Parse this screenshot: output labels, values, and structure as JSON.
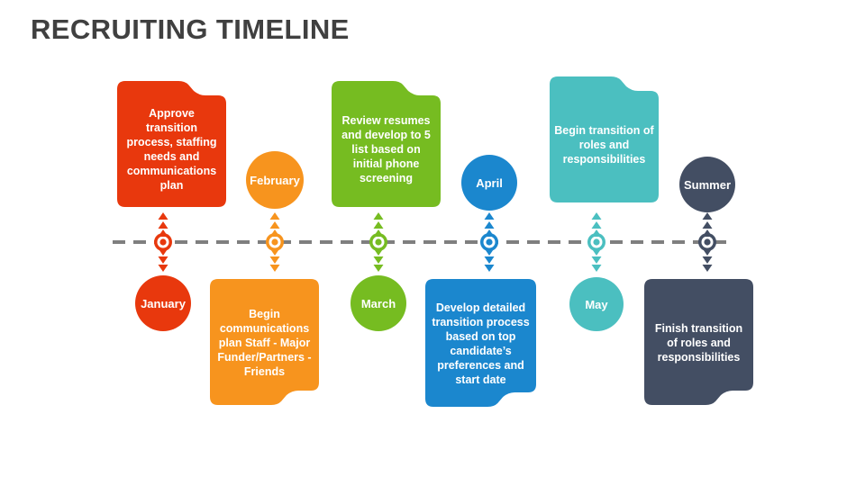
{
  "title": "RECRUITING TIMELINE",
  "title_color": "#404040",
  "background_color": "#FFFFFF",
  "timeline": {
    "axis_color": "#7F7F7F",
    "axis_style": "dashed",
    "orientation": "horizontal"
  },
  "milestones": [
    {
      "id": "january",
      "label": "January",
      "color": "#E8380D",
      "card_text": "Approve transition process, staffing needs and communications plan",
      "card_position": "above",
      "circle_position": "below"
    },
    {
      "id": "february",
      "label": "February",
      "color": "#F7941E",
      "card_text": "Begin communications plan Staff - Major Funder/Partners - Friends",
      "card_position": "below",
      "circle_position": "above"
    },
    {
      "id": "march",
      "label": "March",
      "color": "#76BC21",
      "card_text": "Review resumes and develop to 5 list based on initial phone screening",
      "card_position": "above",
      "circle_position": "below"
    },
    {
      "id": "april",
      "label": "April",
      "color": "#1B87CE",
      "card_text": "Develop detailed transition process based on top candidate’s preferences and start date",
      "card_position": "below",
      "circle_position": "above"
    },
    {
      "id": "may",
      "label": "May",
      "color": "#4BBFC0",
      "card_text": "Begin transition of roles and responsibilities",
      "card_position": "above",
      "circle_position": "below"
    },
    {
      "id": "summer",
      "label": "Summer",
      "color": "#434E63",
      "card_text": "Finish transition of roles and responsibilities",
      "card_position": "below",
      "circle_position": "above"
    }
  ]
}
